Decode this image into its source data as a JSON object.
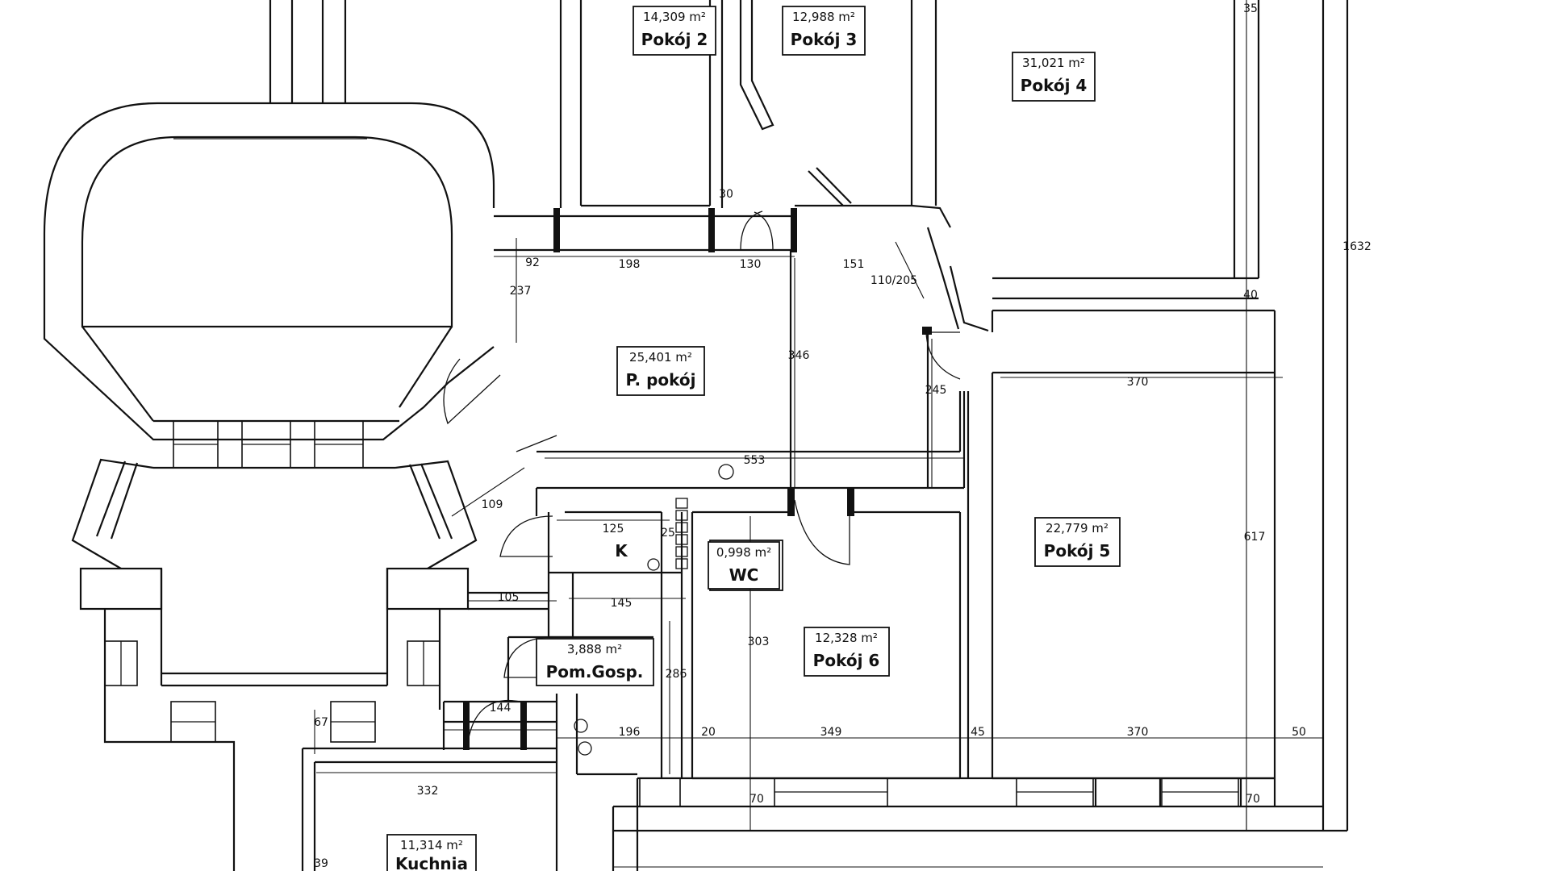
{
  "rooms": [
    {
      "id": "pokoj2",
      "name": "Pokój 2",
      "area": "14,309 m²"
    },
    {
      "id": "pokoj3",
      "name": "Pokój 3",
      "area": "12,988 m²"
    },
    {
      "id": "pokoj4",
      "name": "Pokój 4",
      "area": "31,021 m²"
    },
    {
      "id": "ppokoj",
      "name": "P. pokój",
      "area": "25,401 m²"
    },
    {
      "id": "wc",
      "name": "WC",
      "area": "0,998 m²"
    },
    {
      "id": "pokoj5",
      "name": "Pokój 5",
      "area": "22,779 m²"
    },
    {
      "id": "pokoj6",
      "name": "Pokój 6",
      "area": "12,328 m²"
    },
    {
      "id": "pomgosp",
      "name": "Pom.Gosp.",
      "area": "3,888 m²"
    },
    {
      "id": "kuchnia",
      "name": "Kuchnia",
      "area": "11,314 m²"
    },
    {
      "id": "k",
      "name": "K",
      "area": ""
    }
  ],
  "dimensions": {
    "d198": "198",
    "d130": "130",
    "d151": "151",
    "d110": "110/205",
    "d237": "237",
    "d092": "92",
    "d030": "30",
    "d346": "346",
    "d245": "245",
    "d370a": "370",
    "d553": "553",
    "d617": "617",
    "d1632": "1632",
    "d040": "40",
    "d125": "125",
    "d109": "109",
    "d105": "105",
    "d145": "145",
    "d286": "286",
    "d144": "144",
    "d196": "196",
    "d020": "20",
    "d349": "349",
    "d045": "45",
    "d370b": "370",
    "d050": "50",
    "d303": "303",
    "d332": "332",
    "d067": "67",
    "d070a": "70",
    "d070b": "70",
    "d035": "35",
    "d025": "25",
    "d039": "39"
  },
  "symbols": {
    "radiator": "radiator-icon",
    "pipe": "pipe-icon"
  }
}
